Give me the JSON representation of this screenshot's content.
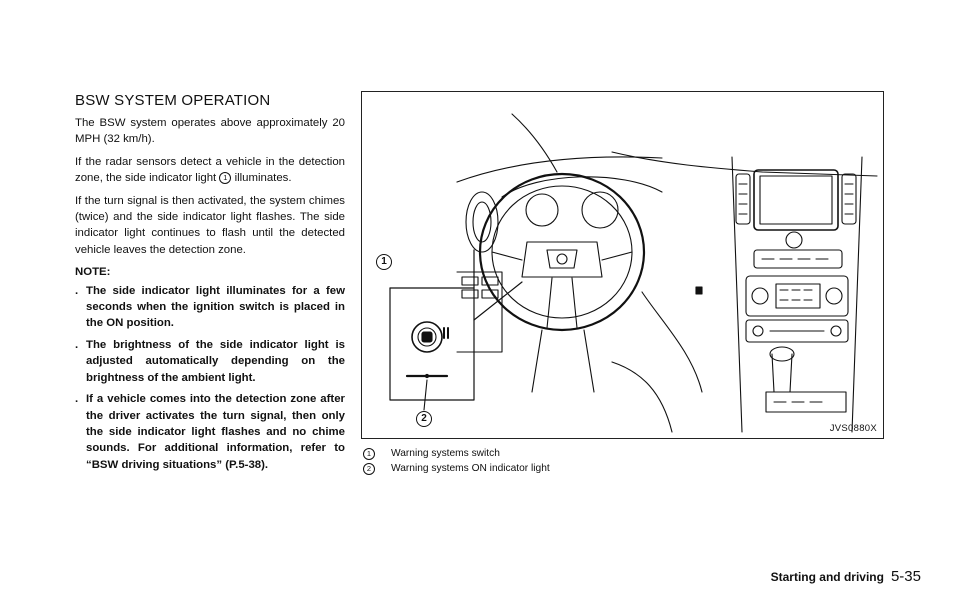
{
  "section": {
    "heading": "BSW SYSTEM OPERATION",
    "p1": "The BSW system operates above approximately 20 MPH (32 km/h).",
    "p2_before": "If the radar sensors detect a vehicle in the detection zone, the side indicator light",
    "p2_marker": "1",
    "p2_after": "illuminates.",
    "p3": "If the turn signal is then activated, the system chimes (twice) and the side indicator light flashes. The side indicator light continues to flash until the detected vehicle leaves the detection zone.",
    "note_label": "NOTE:",
    "bullet_char": ".",
    "notes": [
      "The side indicator light illuminates for a few seconds when the ignition switch is placed in the ON position.",
      "The brightness of the side indicator light is adjusted automatically depending on the brightness of the ambient light."
    ],
    "note3_before": "If a vehicle comes into the detection zone after the driver activates the turn signal, then only the side indicator light flashes and no chime sounds. For additional information, refer to “",
    "note3_link": "BSW driving situations",
    "note3_after": "” (P.5-38)."
  },
  "figure": {
    "code": "JVS0880X",
    "callout1": "1",
    "callout2": "2",
    "icon": "dashboard-illustration"
  },
  "captions": [
    {
      "num": "1",
      "text": "Warning systems switch"
    },
    {
      "num": "2",
      "text": "Warning systems ON indicator light"
    }
  ],
  "footer": {
    "chapter": "Starting and driving",
    "page": "5-35"
  }
}
